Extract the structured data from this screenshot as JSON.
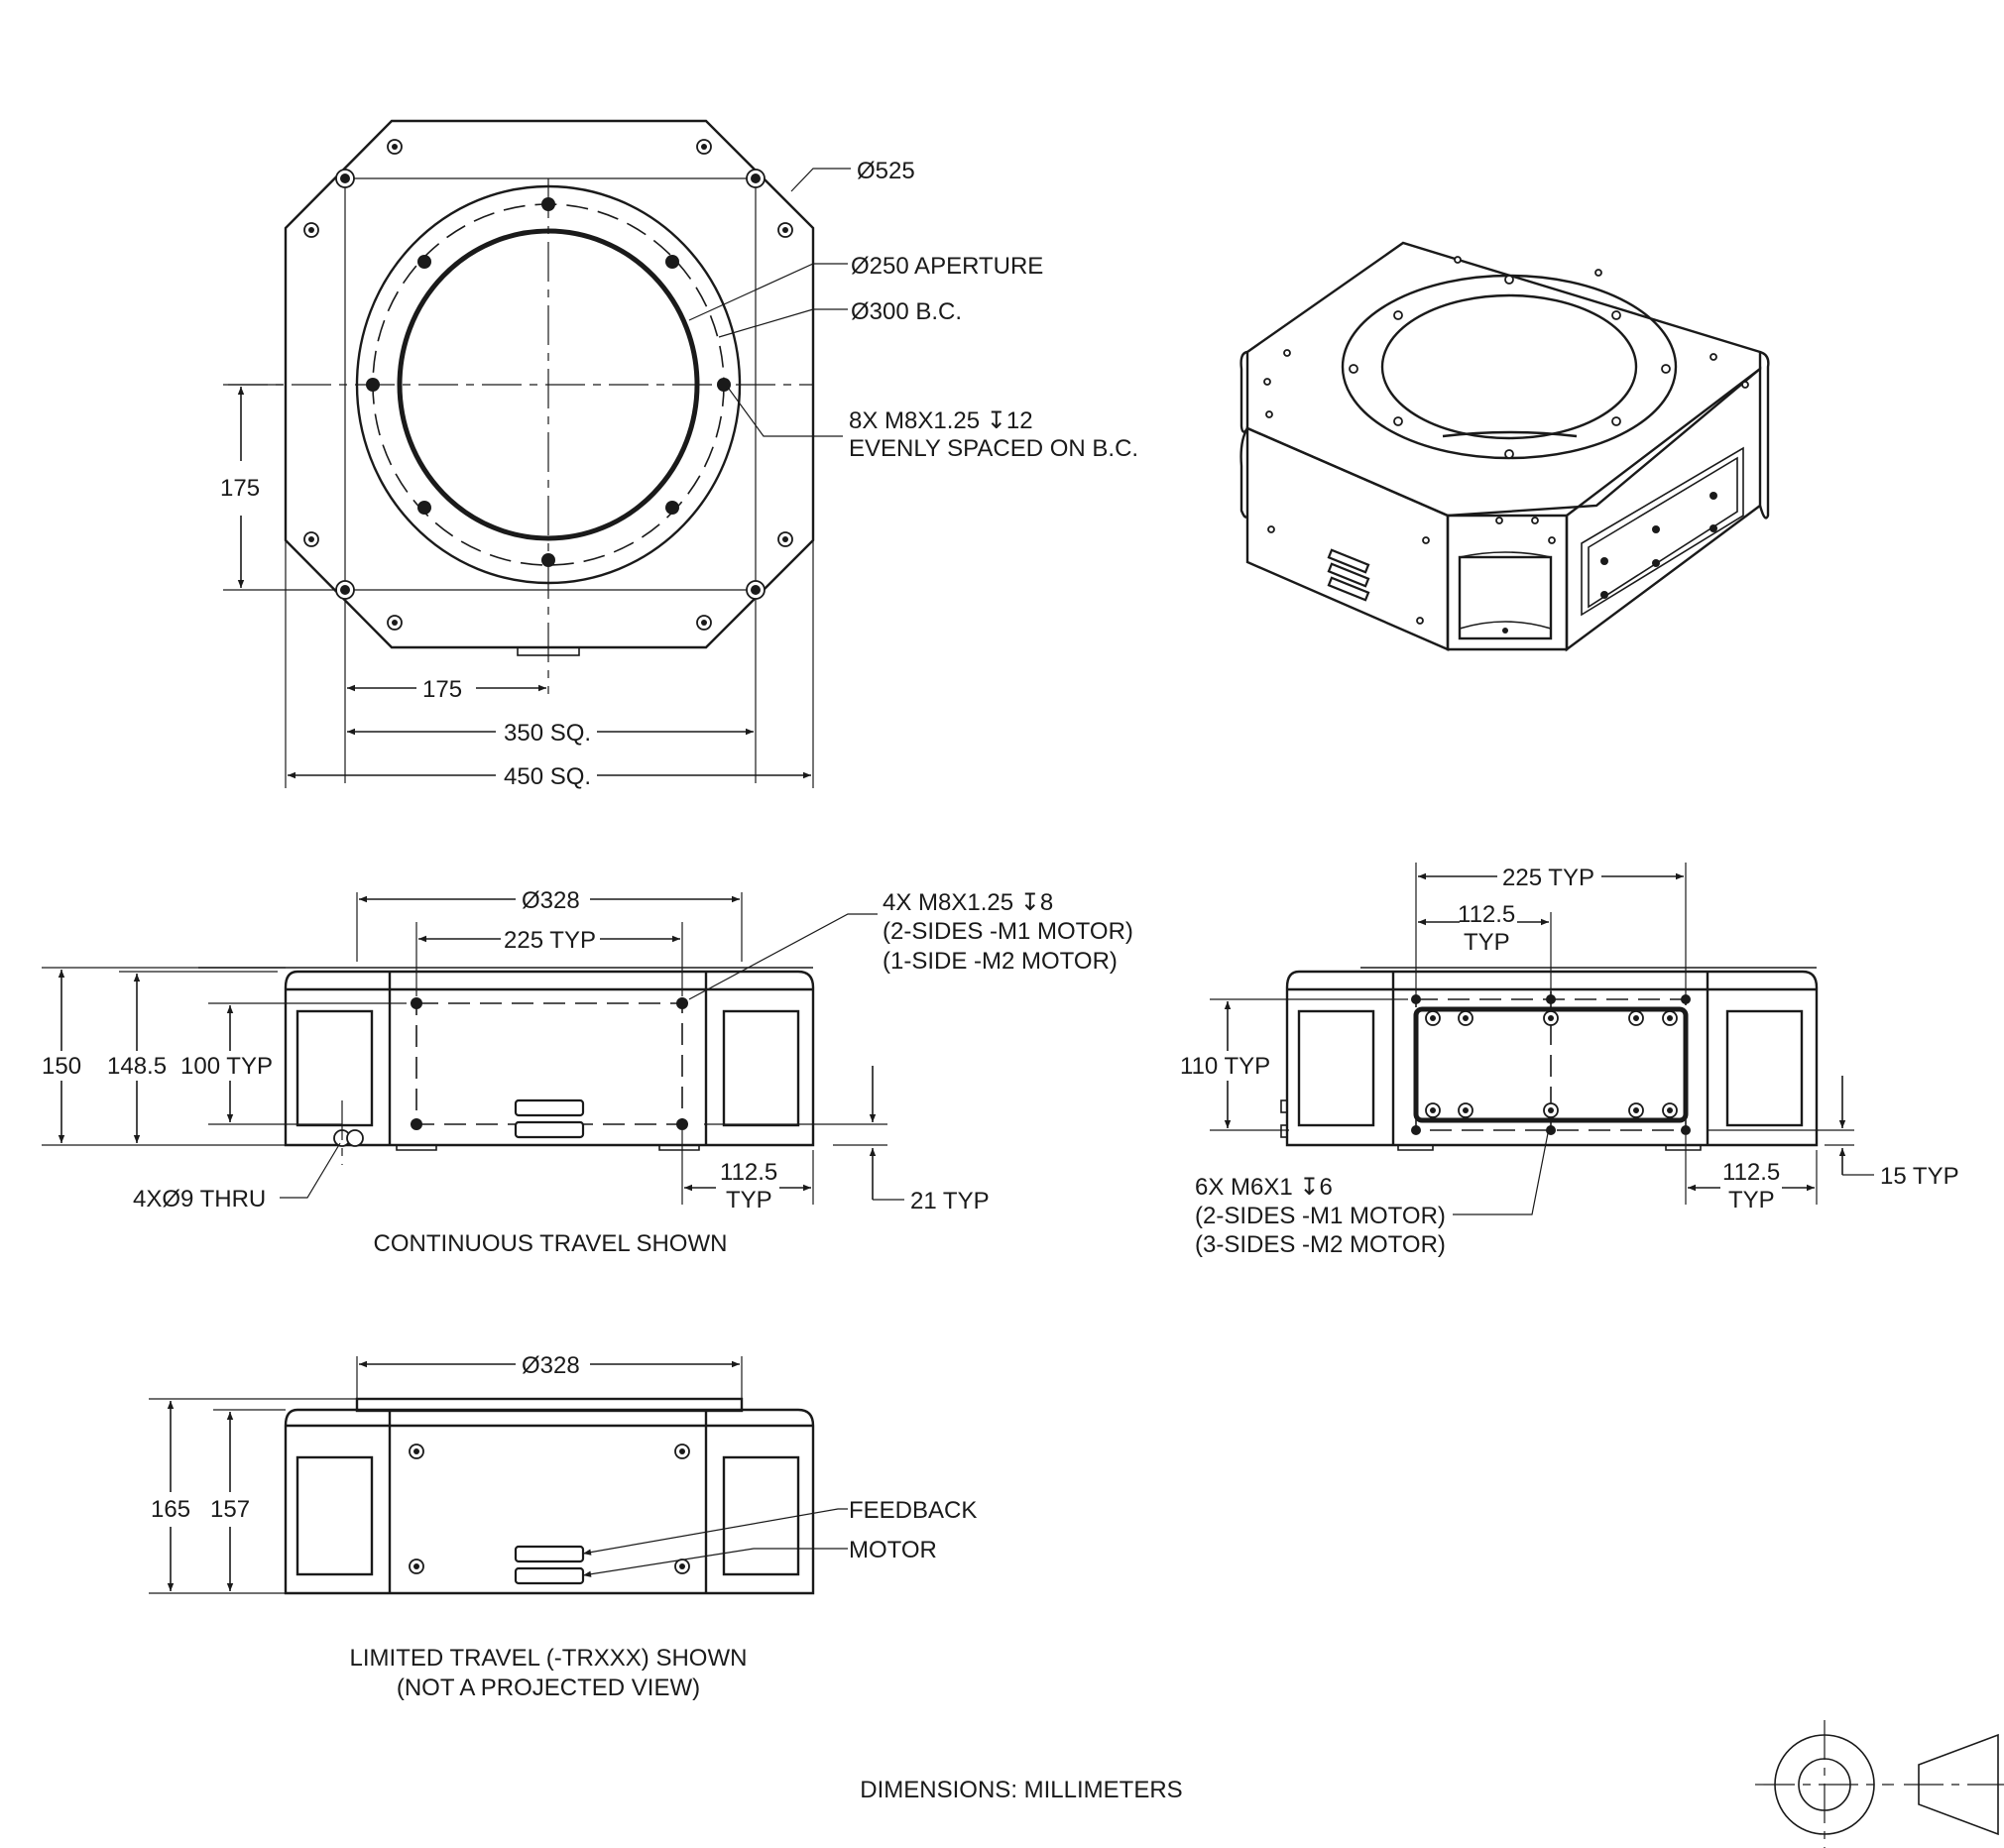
{
  "top_view": {
    "outer_dia": "Ø525",
    "aperture": "Ø250 APERTURE",
    "bolt_circle": "Ø300 B.C.",
    "tap_line1": "8X M8X1.25 ↧12",
    "tap_line2": "EVENLY SPACED ON B.C.",
    "dim_175_v": "175",
    "dim_175_h": "175",
    "dim_350": "350 SQ.",
    "dim_450": "450 SQ."
  },
  "front_view": {
    "dia_328": "Ø328",
    "dim_225": "225 TYP",
    "tap_line1": "4X M8X1.25 ↧8",
    "tap_line2": "(2-SIDES -M1 MOTOR)",
    "tap_line3": "(1-SIDE    -M2 MOTOR)",
    "h_150": "150",
    "h_148": "148.5",
    "h_100": "100 TYP",
    "thru": "4XØ9 THRU",
    "w_112_top": "112.5",
    "w_112_bot": "TYP",
    "h_21": "21 TYP",
    "caption": "CONTINUOUS TRAVEL SHOWN"
  },
  "side_view": {
    "dim_225": "225 TYP",
    "dim_112_top": "112.5",
    "dim_112_bot": "TYP",
    "h_110": "110 TYP",
    "w_112_top": "112.5",
    "w_112_bot": "TYP",
    "h_15": "15 TYP",
    "tap_line1": "6X M6X1 ↧6",
    "tap_line2": "(2-SIDES -M1 MOTOR)",
    "tap_line3": "(3-SIDES -M2 MOTOR)"
  },
  "limited_view": {
    "dia_328": "Ø328",
    "h_165": "165",
    "h_157": "157",
    "feedback": "FEEDBACK",
    "motor": "MOTOR",
    "caption1": "LIMITED TRAVEL (-TRXXX) SHOWN",
    "caption2": "(NOT A PROJECTED VIEW)"
  },
  "footer": {
    "units": "DIMENSIONS:  MILLIMETERS"
  }
}
